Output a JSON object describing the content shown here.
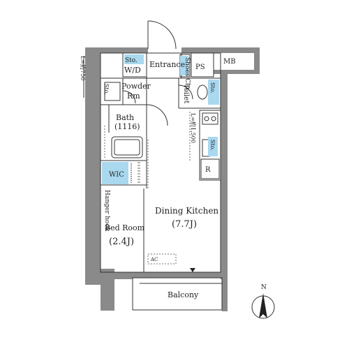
{
  "rooms": {
    "sto_wd": "Sto.",
    "wd": "W/D",
    "entrance": "Entrance",
    "shoes": "Shoes Clo.",
    "ps": "PS",
    "mb": "MB",
    "powder_1": "Powder",
    "powder_2": "Rm",
    "sto_powder": "Sto.",
    "toilet": "Toilet",
    "sto_toilet": "Sto.",
    "bath_1": "Bath",
    "bath_2": "(1116)",
    "sto_kitchen": "Sto.",
    "fridge": "R",
    "wic": "WIC",
    "hanger": "Hanger hook",
    "bed_1": "Bed Room",
    "bed_2": "(2.4J)",
    "dk_1": "Dining Kitchen",
    "dk_2": "(7.7J)",
    "ac": "AC",
    "balcony": "Balcony",
    "north": "N"
  },
  "dimensions": {
    "left_ceiling": "L=約750",
    "kitchen_ceiling": "L=約1,500"
  },
  "colors": {
    "wall": "#8a8a8a",
    "storage": "#a9d8ef",
    "line": "#333333"
  }
}
